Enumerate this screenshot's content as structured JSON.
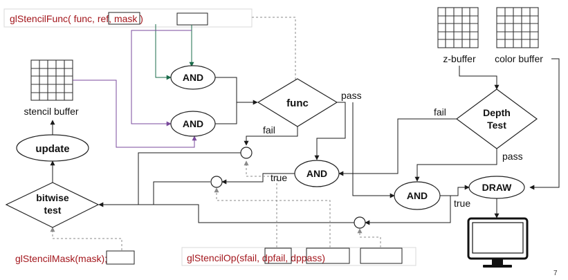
{
  "code": {
    "stencil_func": "glStencilFunc( func, ref, mask )",
    "stencil_mask": "glStencilMask(mask);",
    "stencil_op": "glStencilOp(sfail, dpfail, dppass)"
  },
  "buffers": {
    "stencil": "stencil buffer",
    "depth": "z-buffer",
    "color": "color buffer"
  },
  "nodes": {
    "and_ref": "AND",
    "and_stencil": "AND",
    "func": "func",
    "update": "update",
    "bitwise_test_line1": "bitwise",
    "bitwise_test_line2": "test",
    "and_fail": "AND",
    "and_draw": "AND",
    "depth_test_line1": "Depth",
    "depth_test_line2": "Test",
    "draw": "DRAW"
  },
  "edge_labels": {
    "func_pass": "pass",
    "func_fail": "fail",
    "and_true": "true",
    "depth_fail": "fail",
    "depth_pass": "pass",
    "draw_true": "true"
  },
  "page_number": "7",
  "colors": {
    "code_text": "#a3161c",
    "purple_arrow": "#7a4a9c",
    "teal_arrow": "#1a6b4a",
    "dashed_arrow": "#8a8a8a"
  },
  "icons": [
    "grid-icon",
    "monitor-icon"
  ]
}
